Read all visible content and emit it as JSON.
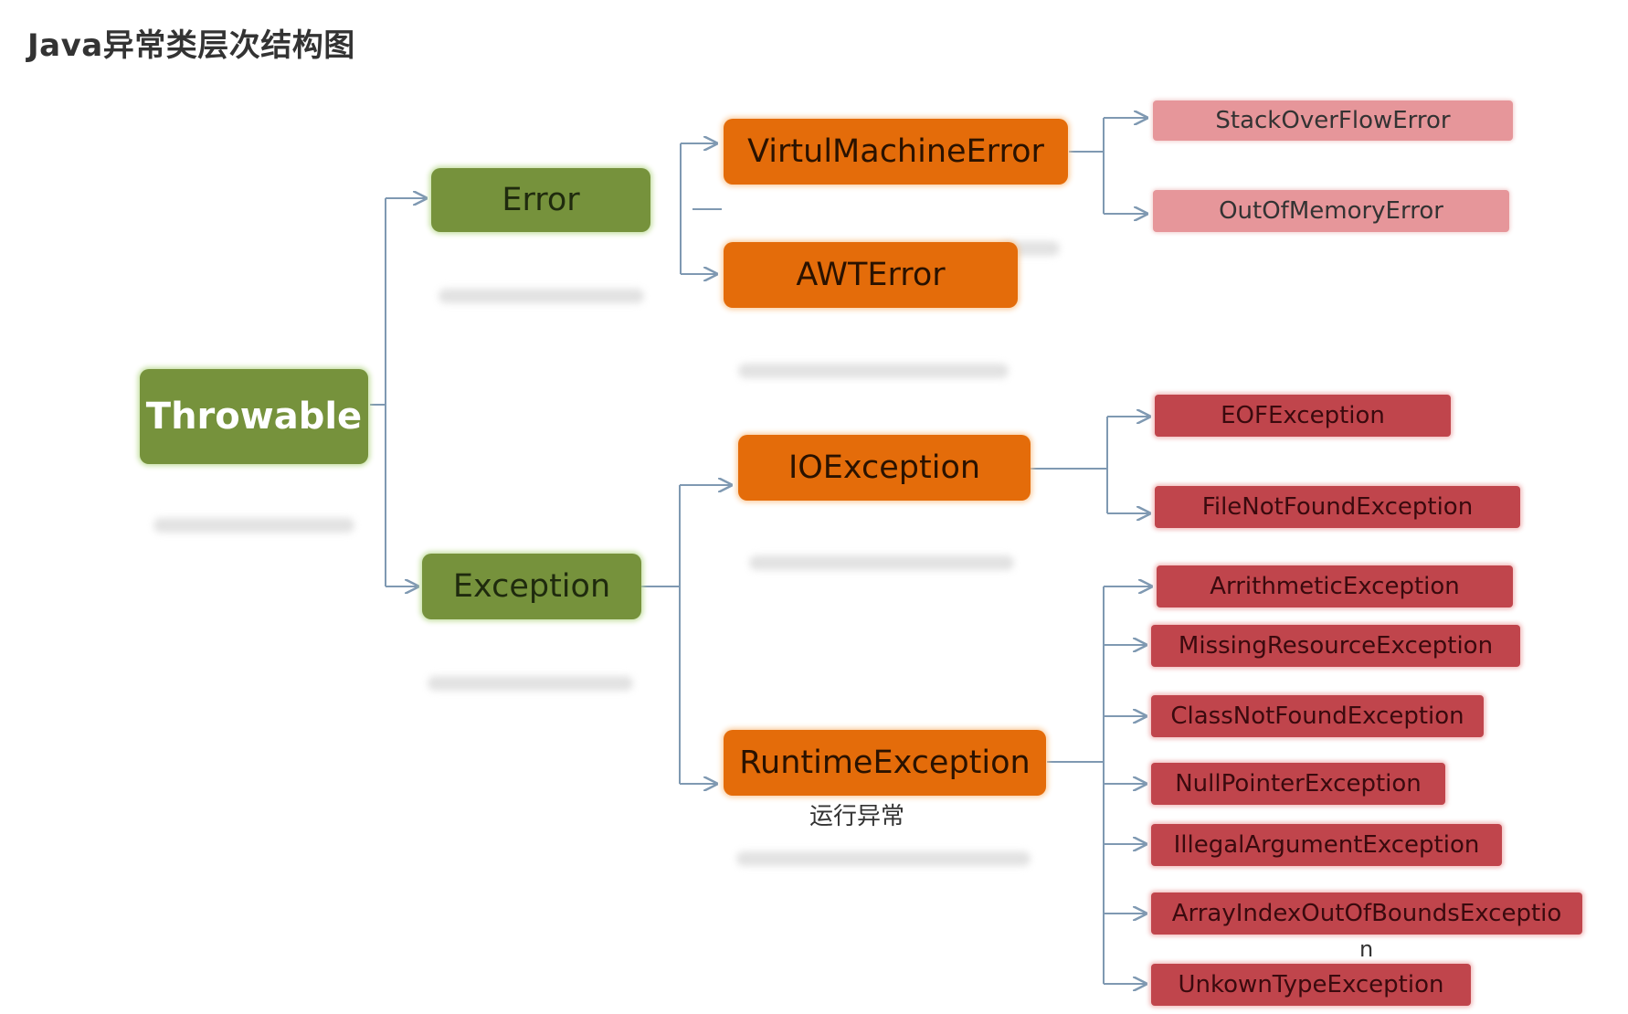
{
  "title": "Java异常类层次结构图",
  "nodes": {
    "throwable": "Throwable",
    "error": "Error",
    "exception": "Exception",
    "virtual_machine_error": "VirtulMachineError",
    "awt_error": "AWTError",
    "io_exception": "IOException",
    "runtime_exception": "RuntimeException",
    "stack_overflow_error": "StackOverFlowError",
    "out_of_memory_error": "OutOfMemoryError",
    "eof_exception": "EOFException",
    "file_not_found_exception": "FileNotFoundException",
    "arithmetic_exception": "ArrithmeticException",
    "missing_resource_exception": "MissingResourceException",
    "class_not_found_exception": "ClassNotFoundException",
    "null_pointer_exception": "NullPointerException",
    "illegal_argument_exception": "IllegalArgumentException",
    "array_index_out_of_bounds_exception": "ArrayIndexOutOfBoundsExceptio",
    "unknown_type_exception": "UnkownTypeException"
  },
  "notes": {
    "runtime_label": "运行异常",
    "wrap_fragment": "n"
  },
  "colors": {
    "green": "#76923c",
    "orange": "#e46c0a",
    "pink": "#e6969a",
    "red": "#c0454c",
    "connector": "#7f99b2"
  }
}
